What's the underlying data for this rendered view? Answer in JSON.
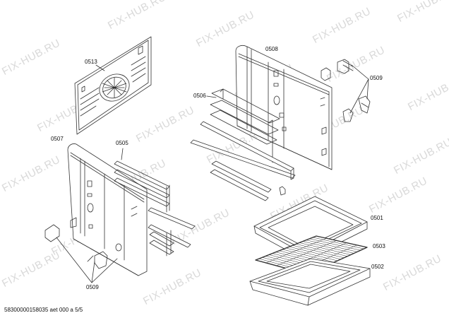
{
  "watermark_text": "FIX-HUB.RU",
  "parts": {
    "p0513": "0513",
    "p0508": "0508",
    "p0506": "0506",
    "p0509_top": "0509",
    "p0507": "0507",
    "p0505": "0505",
    "p0501": "0501",
    "p0503": "0503",
    "p0502": "0502",
    "p0509_bottom": "0509"
  },
  "footer_text": "58300000158035 aet 000 a 5/5",
  "colors": {
    "line": "#333333",
    "watermark": "#d9d9d9"
  }
}
